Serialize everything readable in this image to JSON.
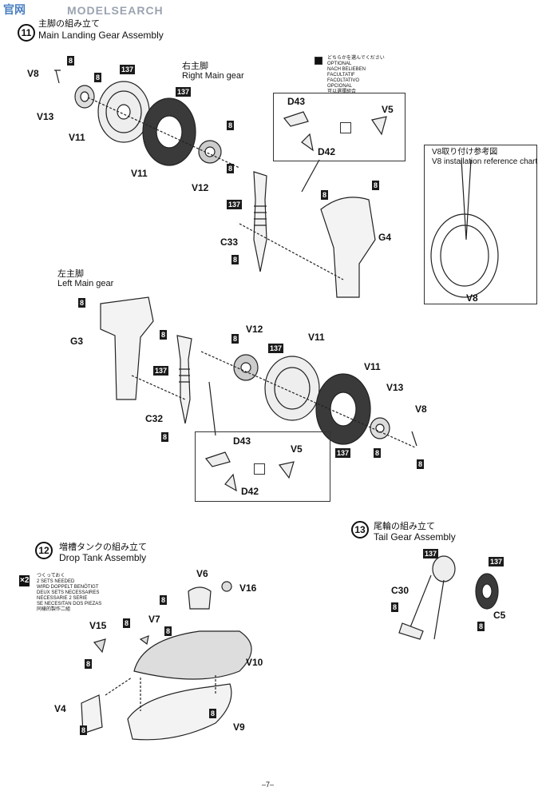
{
  "watermark": {
    "logo_chars": "官网",
    "site": "MODELSEARCH"
  },
  "step11": {
    "num_text": "11",
    "title_jp": "主脚の組み立て",
    "title_en": "Main Landing Gear Assembly",
    "right_jp": "右主脚",
    "right_en": "Right Main gear",
    "left_jp": "左主脚",
    "left_en": "Left Main gear",
    "option_lines": [
      "どちらかを選んでください",
      "OPTIONAL",
      "NACH BELIEBEN",
      "FACULTATIF",
      "FACOLTATIVO",
      "OPCIONAL",
      "可以選擇組合"
    ],
    "ref_jp": "V8取り付け参考図",
    "ref_en": "V8 installation reference chart"
  },
  "labels": {
    "V8": "V8",
    "V13": "V13",
    "V11": "V11",
    "V12": "V12",
    "D43": "D43",
    "D42": "D42",
    "V5": "V5",
    "C33": "C33",
    "G4": "G4",
    "G3": "G3",
    "C32": "C32",
    "V6": "V6",
    "V16": "V16",
    "V15": "V15",
    "V7": "V7",
    "V10": "V10",
    "V4": "V4",
    "V9": "V9",
    "C30": "C30",
    "C5": "C5"
  },
  "badges": {
    "b8": "8",
    "b137": "137"
  },
  "step12": {
    "num_text": "12",
    "title_jp": "増槽タンクの組み立て",
    "title_en": "Drop Tank Assembly",
    "x2": "×2",
    "sets_lines": [
      "つくっておく",
      "2 SETS NEEDED",
      "WIRD DOPPELT BENÖTIGT",
      "DEUX SETS NECESSAIRES",
      "NECESSARIE 2 SERIE",
      "SE NECESITAN DOS PIEZAS",
      "同樣的製作二組"
    ]
  },
  "step13": {
    "num_text": "13",
    "title_jp": "尾輪の組み立て",
    "title_en": "Tail Gear Assembly"
  },
  "footer": {
    "page": "–7–"
  }
}
